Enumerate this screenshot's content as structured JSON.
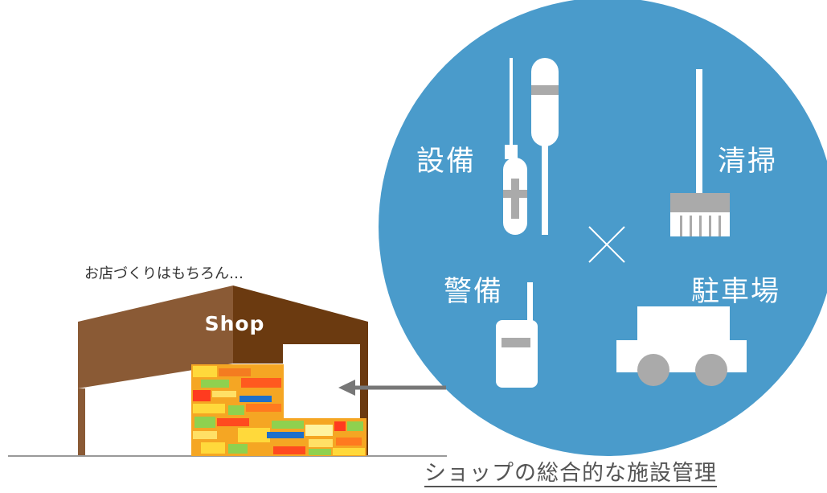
{
  "lead_text": "お店づくりはもちろん…",
  "shop_sign": "Shop",
  "services": {
    "equipment": "設備",
    "cleaning": "清掃",
    "security": "警備",
    "parking": "駐車場"
  },
  "bottom_title": "ショップの総合的な施設管理",
  "colors": {
    "circle": "#4a9bcb",
    "roof_dark": "#6b3a10",
    "roof_light": "#8a5a35",
    "arrow": "#777777",
    "tool_band": "#aaaaaa"
  }
}
